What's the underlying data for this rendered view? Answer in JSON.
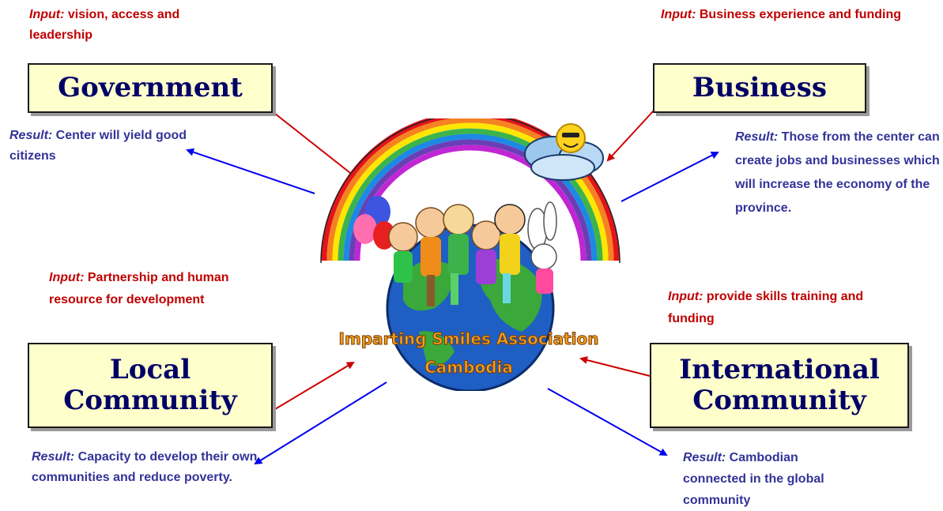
{
  "government": {
    "title": "Government",
    "input_label": "Input:",
    "input_text": " vision, access and leadership",
    "result_label": "Result:",
    "result_text": " Center will yield good citizens"
  },
  "business": {
    "title": "Business",
    "input_label": "Input:",
    "input_text": " Business experience and funding",
    "result_label": "Result:",
    "result_text": " Those from the center can create jobs and businesses which will increase the economy of the province."
  },
  "local": {
    "title_line1": "Local",
    "title_line2": "Community",
    "input_label": "Input:",
    "input_text": " Partnership and human resource for development",
    "result_label": "Result:",
    "result_text": " Capacity to develop their own communities and reduce poverty."
  },
  "international": {
    "title_line1": "International",
    "title_line2": "Community",
    "input_label": "Input:",
    "input_text": " provide skills training and funding",
    "result_label": "Result:",
    "result_text": " Cambodian connected in the global community"
  },
  "logo": {
    "line1": "Imparting Smiles Association",
    "line2": "Cambodia"
  },
  "colors": {
    "input": "#c00000",
    "result": "#333399",
    "box_fill": "#ffffcc",
    "box_text": "#000066",
    "input_arrow": "#cc0000",
    "result_arrow": "#0000ee"
  }
}
